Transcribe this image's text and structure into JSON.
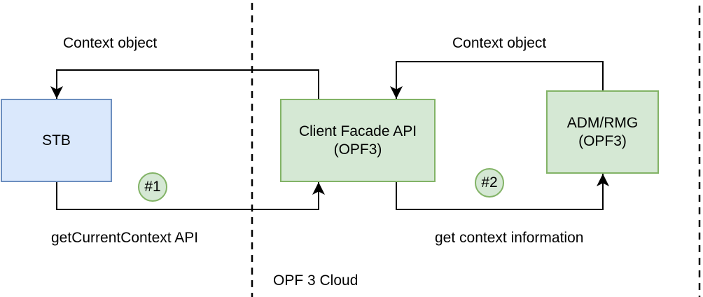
{
  "diagram": {
    "region_label": "OPF 3 Cloud"
  },
  "nodes": {
    "stb": {
      "label": "STB"
    },
    "client_facade": {
      "label": "Client Facade API",
      "sublabel": "(OPF3)"
    },
    "adm_rmg": {
      "label": "ADM/RMG",
      "sublabel": "(OPF3)"
    }
  },
  "edges": {
    "context_object_left": {
      "label": "Context object"
    },
    "get_current_context": {
      "label": "getCurrentContext API",
      "badge": "#1"
    },
    "context_object_right": {
      "label": "Context object"
    },
    "get_context_information": {
      "label": "get context information",
      "badge": "#2"
    }
  },
  "colors": {
    "node_blue_fill": "#dae8fc",
    "node_blue_border": "#6c8ebf",
    "node_green_fill": "#d5e8d4",
    "node_green_border": "#82b366",
    "connector": "#000000",
    "text": "#000000"
  }
}
